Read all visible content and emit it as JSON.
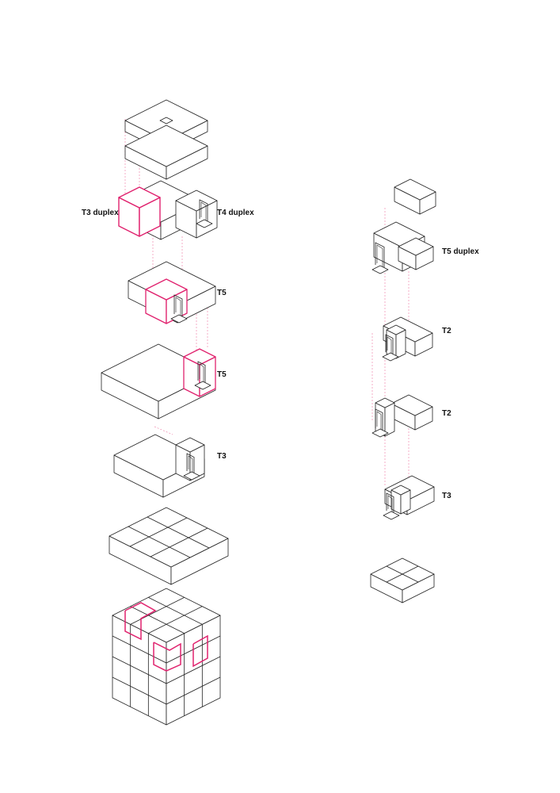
{
  "colors": {
    "line": "#222222",
    "accent": "#e0226e",
    "guide": "#f08cb0",
    "background": "#ffffff"
  },
  "left_column": {
    "labels": [
      {
        "key": "t3_duplex",
        "text": "T3 duplex"
      },
      {
        "key": "t4_duplex",
        "text": "T4 duplex"
      },
      {
        "key": "t5_a",
        "text": "T5"
      },
      {
        "key": "t5_b",
        "text": "T5"
      },
      {
        "key": "t3",
        "text": "T3"
      }
    ]
  },
  "right_column": {
    "labels": [
      {
        "key": "t5_duplex",
        "text": "T5 duplex"
      },
      {
        "key": "t2_a",
        "text": "T2"
      },
      {
        "key": "t2_b",
        "text": "T2"
      },
      {
        "key": "t3",
        "text": "T3"
      }
    ]
  }
}
